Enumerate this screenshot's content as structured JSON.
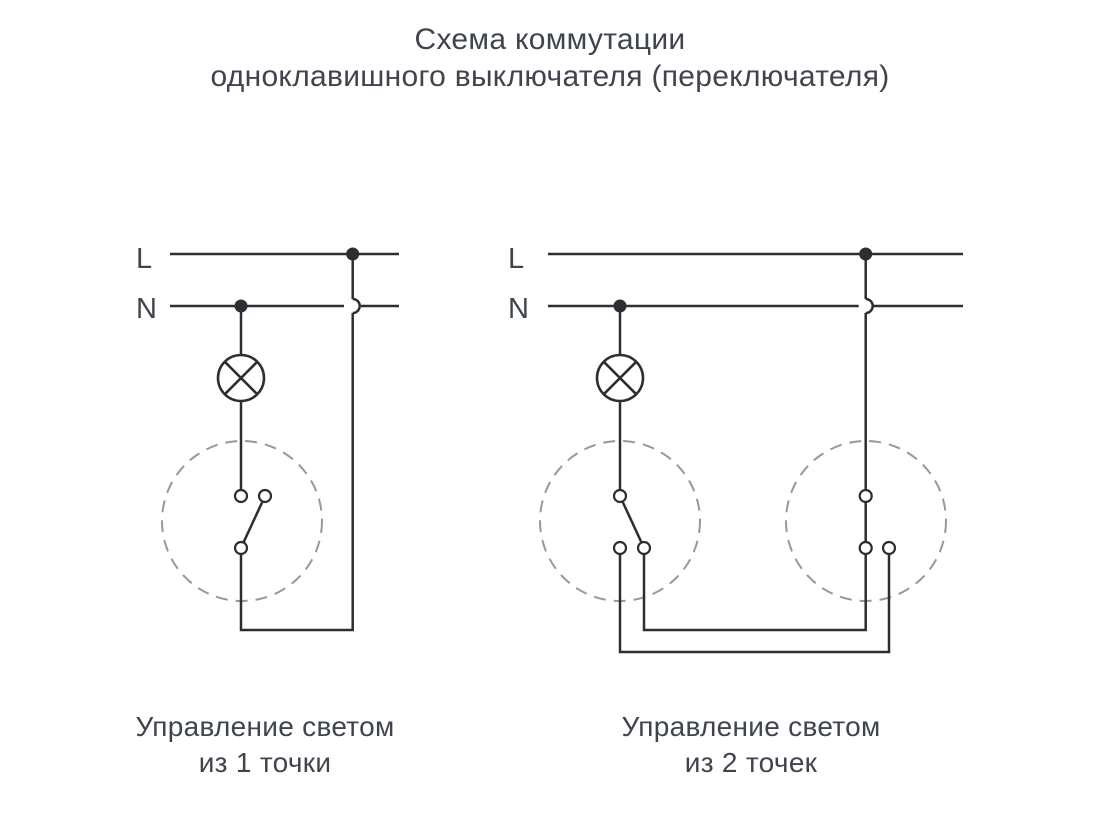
{
  "title": {
    "line1": "Схема коммутации",
    "line2": "одноклавишного выключателя (переключателя)"
  },
  "diagrams": {
    "single_point": {
      "live_label": "L",
      "neutral_label": "N",
      "caption_line1": "Управление светом",
      "caption_line2": "из 1 точки"
    },
    "two_point": {
      "live_label": "L",
      "neutral_label": "N",
      "caption_line1": "Управление светом",
      "caption_line2": "из 2 точек"
    }
  },
  "colors": {
    "wire": "#2b2e33",
    "text": "#3f444d",
    "dashed_outline": "#989898",
    "background": "#ffffff"
  }
}
